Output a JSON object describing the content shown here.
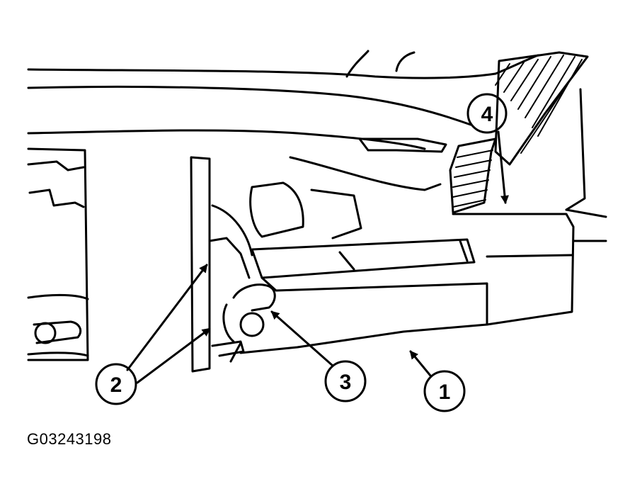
{
  "figure_id": "G03243198",
  "callouts": [
    {
      "label": "1"
    },
    {
      "label": "2"
    },
    {
      "label": "3"
    },
    {
      "label": "4"
    }
  ]
}
